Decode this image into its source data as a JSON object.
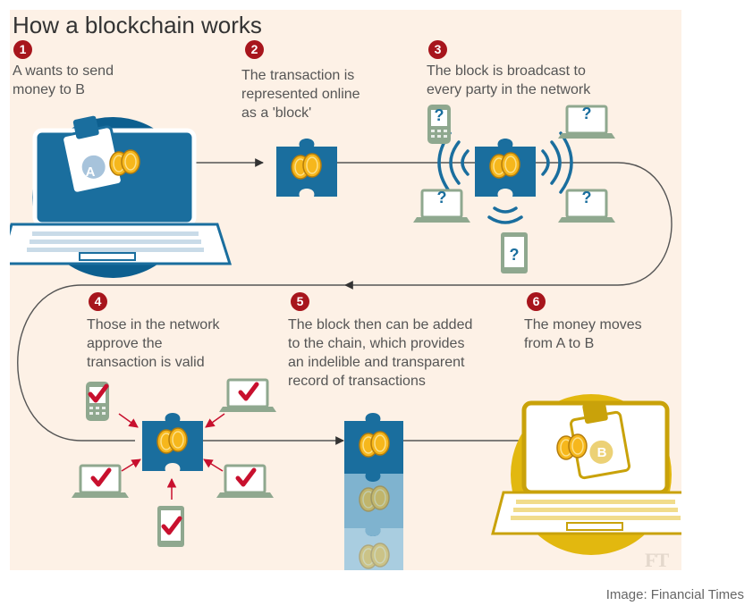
{
  "title": "How a blockchain works",
  "steps": [
    {
      "number": "1",
      "text": "A wants to send\nmoney to B"
    },
    {
      "number": "2",
      "text": "The transaction is\nrepresented online\nas a 'block'"
    },
    {
      "number": "3",
      "text": "The block is broadcast to\nevery party in the network"
    },
    {
      "number": "4",
      "text": "Those in the network\napprove the\ntransaction is valid"
    },
    {
      "number": "5",
      "text": "The block then can be added\nto the chain, which provides\nan indelible and transparent\nrecord of transactions"
    },
    {
      "number": "6",
      "text": "The money moves\nfrom A to B"
    }
  ],
  "labels": {
    "wallet_a": "A",
    "wallet_b": "B",
    "unknown_party": "?"
  },
  "watermark": "FT",
  "credit": "Image: Financial Times",
  "icons": [
    "laptop-icon",
    "wallet-icon",
    "coin-icon",
    "puzzle-block-icon",
    "mobile-phone-icon",
    "tablet-icon",
    "checkmark-icon",
    "signal-waves-icon",
    "arrow-icon"
  ],
  "colors": {
    "background": "#fdf1e6",
    "badge": "#a7151c",
    "blue": "#1a6e9e",
    "dark_blue": "#0d4f78",
    "gold": "#e2b80f",
    "coin": "#f6b71c",
    "device_green": "#8fa88f",
    "check_red": "#c8102e"
  }
}
